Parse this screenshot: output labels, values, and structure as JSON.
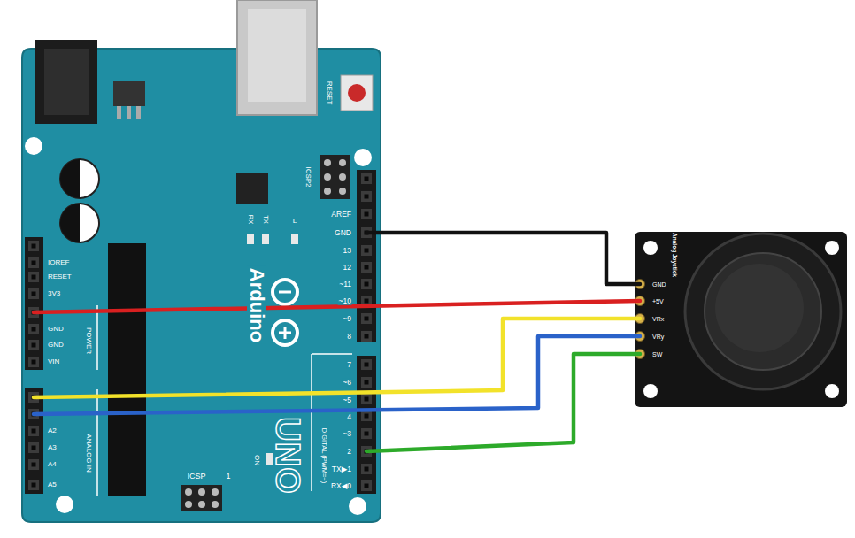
{
  "diagram": {
    "nodes": [
      {
        "text": [
          "Arduino",
          "UNO"
        ]
      },
      {
        "text": [
          "Analog Joystick"
        ]
      }
    ],
    "edges": [
      {
        "from": 0,
        "to": 1,
        "arrow": "none"
      },
      {
        "from": 0,
        "to": 1,
        "arrow": "none"
      },
      {
        "from": 0,
        "to": 1,
        "arrow": "none"
      },
      {
        "from": 0,
        "to": 1,
        "arrow": "none"
      },
      {
        "from": 0,
        "to": 1,
        "arrow": "none"
      }
    ],
    "labels": [
      "RESET",
      "ICSP2",
      "TX",
      "RX",
      "L",
      "AREF",
      "GND",
      "13",
      "12",
      "~11",
      "~10",
      "~9",
      "8",
      "7",
      "~6",
      "~5",
      "4",
      "~3",
      "2",
      "TX▶1",
      "RX◀0",
      "DIGITAL (PWM=~)",
      "IOREF",
      "RESET",
      "3V3",
      "GND",
      "GND",
      "VIN",
      "POWER",
      "A2",
      "A3",
      "A4",
      "A5",
      "ANALOG IN",
      "ICSP",
      "1",
      "ON",
      "GND",
      "+5V",
      "VRx",
      "VRy",
      "SW"
    ]
  }
}
